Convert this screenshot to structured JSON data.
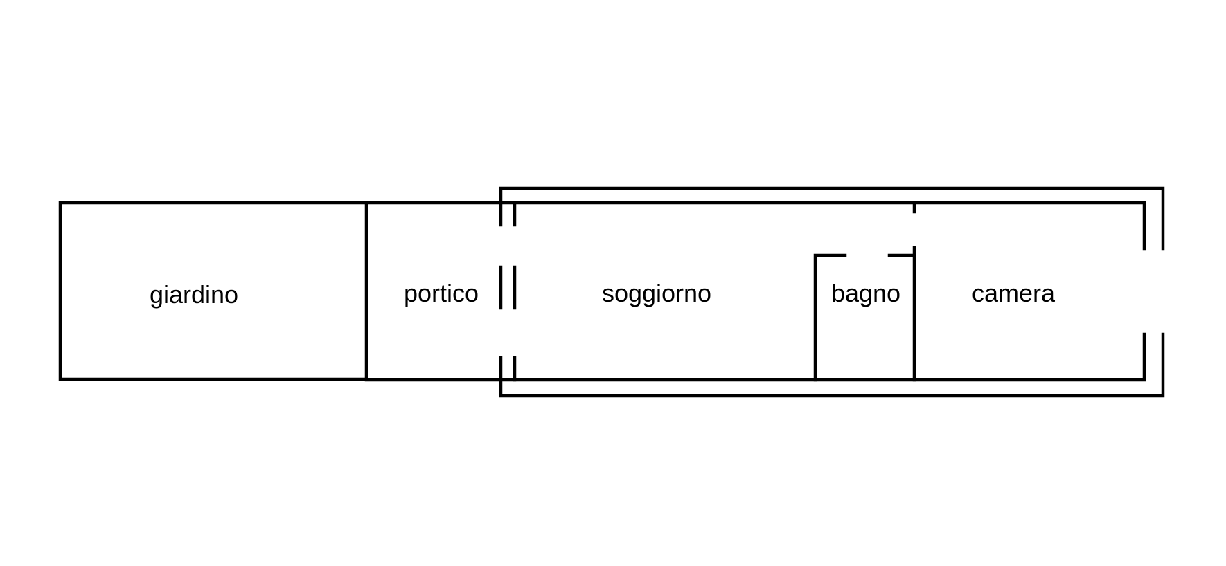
{
  "floor_plan": {
    "rooms": {
      "giardino": "giardino",
      "portico": "portico",
      "soggiorno": "soggiorno",
      "bagno": "bagno",
      "camera": "camera"
    },
    "colors": {
      "line": "#000000",
      "background": "#ffffff"
    }
  }
}
